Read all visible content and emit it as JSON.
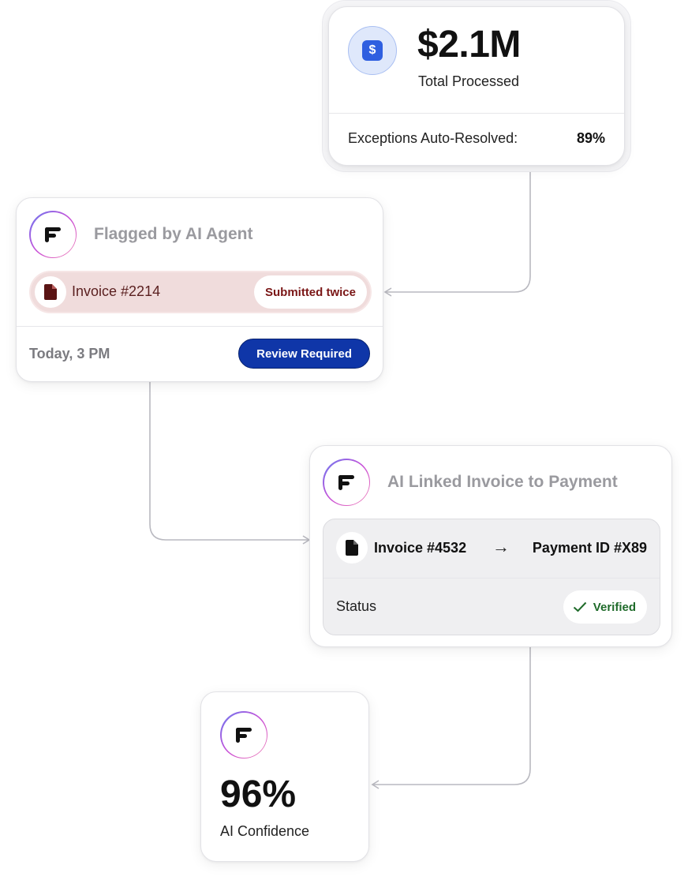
{
  "summary": {
    "amount": "$2.1M",
    "amount_label": "Total Processed",
    "exceptions_label": "Exceptions Auto-Resolved:",
    "exceptions_value": "89%",
    "icon": "dollar-icon"
  },
  "flagged": {
    "title": "Flagged by AI Agent",
    "invoice": "Invoice #2214",
    "badge": "Submitted twice",
    "time": "Today, 3 PM",
    "action": "Review Required"
  },
  "linked": {
    "title": "AI Linked Invoice to Payment",
    "invoice": "Invoice #4532",
    "arrow": "→",
    "payment": "Payment ID #X89",
    "status_label": "Status",
    "status_value": "Verified"
  },
  "confidence": {
    "value": "96%",
    "label": "AI Confidence"
  },
  "colors": {
    "accent_blue": "#0f36a8",
    "dollar_blue": "#2f5fe0",
    "flag_bg": "#f0dcdc",
    "flag_text": "#7a1616",
    "verified_green": "#1f6b2a",
    "connector": "#b9b9c0"
  }
}
